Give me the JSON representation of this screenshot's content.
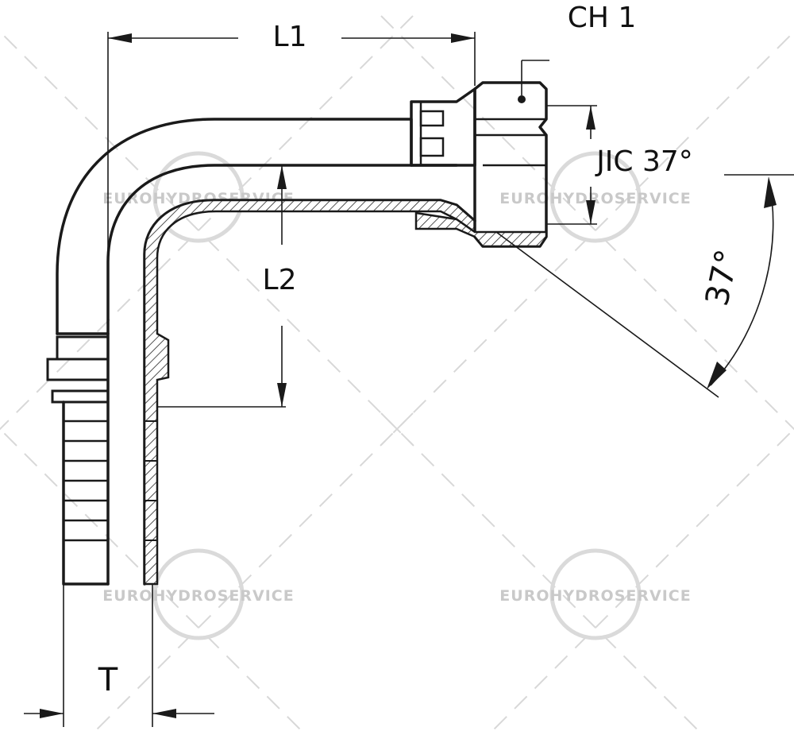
{
  "labels": {
    "l1": "L1",
    "l2": "L2",
    "ch1": "CH 1",
    "jic": "JIC 37°",
    "angle": "37°",
    "t": "T"
  },
  "watermark": {
    "text": "EUROHYDROSERVICE",
    "color": "#c9c9c9"
  },
  "icons": {
    "fitting": "elbow-90-hose-fitting-jic-37"
  }
}
